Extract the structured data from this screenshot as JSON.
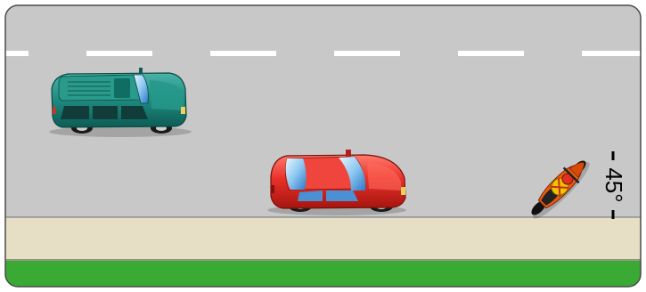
{
  "scene": {
    "angle_label": "45°",
    "vehicles": [
      {
        "name": "suv",
        "color": "#1e8a7e",
        "facing": "right"
      },
      {
        "name": "sedan",
        "color": "#e8302a",
        "facing": "right"
      },
      {
        "name": "motorcycle",
        "color": "#e85c10",
        "facing": "up-right"
      }
    ],
    "colors": {
      "road": "#c8c8c8",
      "lane_marking": "#ffffff",
      "sidewalk": "#e6dfc5",
      "grass": "#3aaa35",
      "border": "#4a4a4a"
    }
  }
}
